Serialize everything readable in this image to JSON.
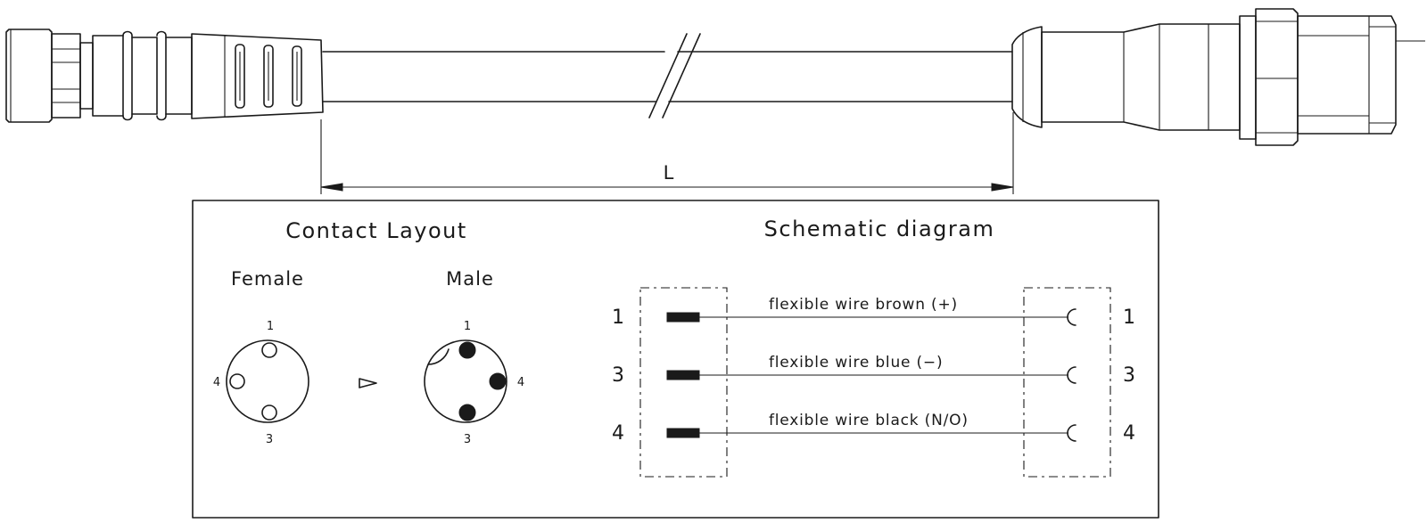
{
  "dimension": {
    "label": "L"
  },
  "contact_layout": {
    "title": "Contact Layout",
    "female": {
      "label": "Female",
      "pins": [
        "1",
        "4",
        "3"
      ]
    },
    "male": {
      "label": "Male",
      "pins": [
        "1",
        "4",
        "3"
      ]
    }
  },
  "schematic": {
    "title": "Schematic diagram",
    "wires": [
      {
        "left_pin": "1",
        "right_pin": "1",
        "label": "flexible wire brown (+)"
      },
      {
        "left_pin": "3",
        "right_pin": "3",
        "label": "flexible wire blue (−)"
      },
      {
        "left_pin": "4",
        "right_pin": "4",
        "label": "flexible wire black (N/O)"
      }
    ]
  },
  "colors": {
    "ink": "#1a1a1a",
    "background": "#ffffff"
  }
}
